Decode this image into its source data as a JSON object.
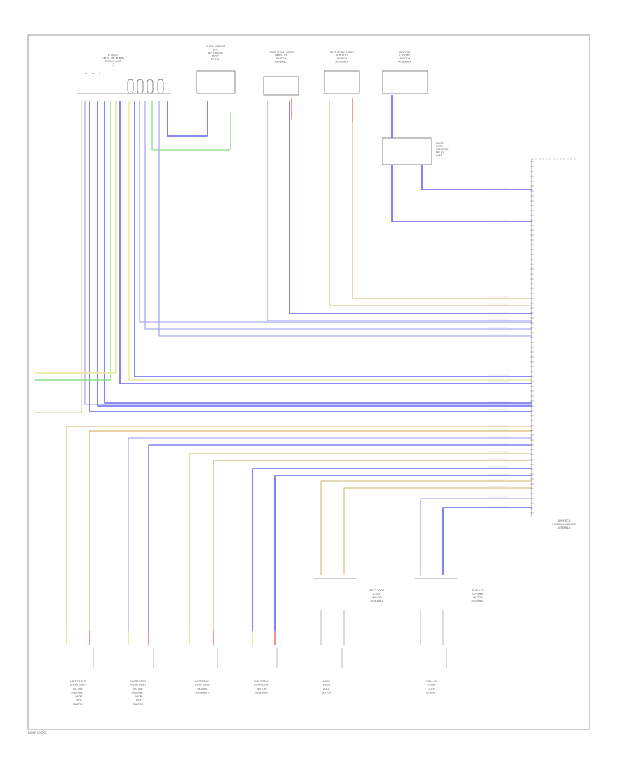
{
  "diagram": {
    "colors": {
      "blue": "#6666ee",
      "lightblue": "#aaaaf0",
      "green": "#88dd88",
      "tan": "#d9c28a",
      "yellow": "#e8e890",
      "pink": "#f4c0a8",
      "red": "#ee7777",
      "frame": "#999999"
    },
    "top_components": [
      {
        "id": "c1",
        "lines": [
          "LH SIDE",
          "SATELLITE ALARM",
          "SWITCH UNIT",
          "L3"
        ]
      },
      {
        "id": "c2",
        "lines": [
          "ALARM SENSOR",
          "UNIT",
          "LEFT FRONT",
          "DOOR",
          "SWITCH"
        ]
      },
      {
        "id": "c3",
        "lines": [
          "RIGHT FRONT DOOR",
          "SATELLITE",
          "SWITCH",
          "ASSEMBLY"
        ]
      },
      {
        "id": "c4",
        "lines": [
          "LEFT FRONT DOOR",
          "SATELLITE",
          "SWITCH",
          "ASSEMBLY"
        ]
      },
      {
        "id": "c5",
        "lines": [
          "CENTRAL",
          "LOCKING",
          "SWITCH",
          "ASSEMBLY"
        ]
      }
    ],
    "right_module": {
      "lines": [
        "BODY ECU",
        "CONTROL MODULE",
        "ASSEMBLY"
      ]
    },
    "mid_module": {
      "lines": [
        "DOOR",
        "LOCK",
        "CONTROL",
        "RELAY",
        "UNIT"
      ]
    },
    "bottom_components": [
      {
        "id": "b1",
        "lines": [
          "LEFT FRONT",
          "DOOR LOCK",
          "MOTOR",
          "ASSEMBLY",
          "DOOR",
          "LOCK",
          "SWITCH"
        ]
      },
      {
        "id": "b2",
        "lines": [
          "PASSENGER",
          "DOOR LOCK",
          "MOTOR",
          "ASSEMBLY",
          "DOOR",
          "LOCK",
          "SWITCH"
        ]
      },
      {
        "id": "b3",
        "lines": [
          "LEFT REAR",
          "DOOR LOCK",
          "MOTOR",
          "ASSEMBLY"
        ]
      },
      {
        "id": "b4",
        "lines": [
          "RIGHT REAR",
          "DOOR LOCK",
          "MOTOR",
          "ASSEMBLY"
        ]
      },
      {
        "id": "b5",
        "lines": [
          "BACK",
          "DOOR",
          "LOCK",
          "MOTOR"
        ]
      },
      {
        "id": "b6",
        "lines": [
          "FUEL LID",
          "DOOR",
          "LOCK",
          "MOTOR"
        ]
      }
    ],
    "middle_components": [
      {
        "id": "m1",
        "lines": [
          "BACK DOOR",
          "LOCK",
          "MOTOR",
          "ASSEMBLY"
        ]
      },
      {
        "id": "m2",
        "lines": [
          "FUEL LID",
          "OPENER",
          "MOTOR",
          "ASSEMBLY"
        ]
      }
    ],
    "footer": "DOOR LOCKS"
  }
}
